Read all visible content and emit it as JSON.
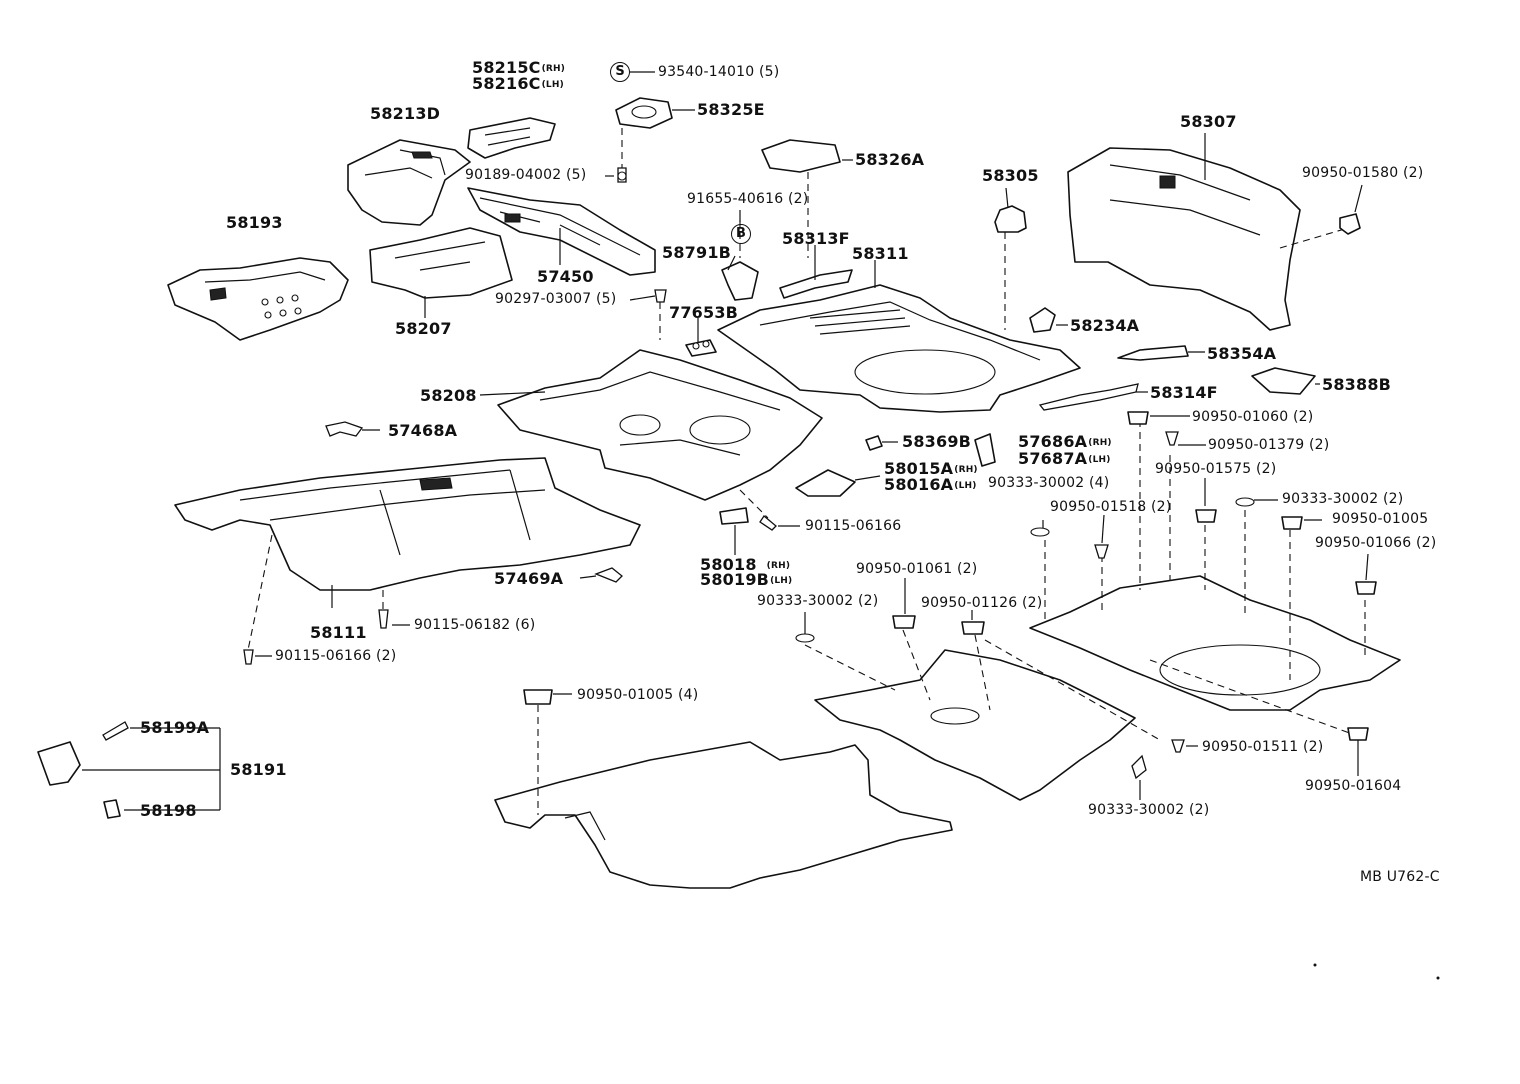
{
  "diagram": {
    "code": "MB U762-C",
    "parts": {
      "p58215C": "58215C",
      "p58215C_sub": "(RH)",
      "p58216C": "58216C",
      "p58216C_sub": "(LH)",
      "p58213D": "58213D",
      "p93540": "93540-14010 (5)",
      "p58325E": "58325E",
      "p90189": "90189-04002 (5)",
      "p58326A": "58326A",
      "p58307": "58307",
      "p90950_01580": "90950-01580 (2)",
      "p58305": "58305",
      "p91655": "91655-40616 (2)",
      "p58193": "58193",
      "p58791B": "58791B",
      "p58313F": "58313F",
      "p58311": "58311",
      "p57450": "57450",
      "p90297": "90297-03007 (5)",
      "p77653B": "77653B",
      "p58207": "58207",
      "p58234A": "58234A",
      "p58354A": "58354A",
      "p58388B": "58388B",
      "p58208": "58208",
      "p58314F": "58314F",
      "p90950_01060": "90950-01060 (2)",
      "p57468A": "57468A",
      "p58369B": "58369B",
      "p57686A": "57686A",
      "p57686A_sub": "(RH)",
      "p57687A": "57687A",
      "p57687A_sub": "(LH)",
      "p90950_01379": "90950-01379 (2)",
      "p58015A": "58015A",
      "p58015A_sub": "(RH)",
      "p58016A": "58016A",
      "p58016A_sub": "(LH)",
      "p90950_01575": "90950-01575 (2)",
      "p90333_30002_4": "90333-30002 (4)",
      "p90333_30002_2a": "90333-30002 (2)",
      "p90950_01518": "90950-01518 (2)",
      "p90950_01005": "90950-01005",
      "p90115_06166": "90115-06166",
      "p90950_01066": "90950-01066 (2)",
      "p58018": "58018",
      "p58018_sub": "(RH)",
      "p58019B": "58019B",
      "p58019B_sub": "(LH)",
      "p57469A": "57469A",
      "p90950_01061": "90950-01061 (2)",
      "p90333_30002_2b": "90333-30002 (2)",
      "p90950_01126": "90950-01126 (2)",
      "p58111": "58111",
      "p90115_06182": "90115-06182 (6)",
      "p90115_06166_2": "90115-06166 (2)",
      "p90950_01005_4": "90950-01005 (4)",
      "p58199A": "58199A",
      "p58191": "58191",
      "p58198": "58198",
      "p90950_01511": "90950-01511 (2)",
      "p90950_01604": "90950-01604",
      "p90333_30002_2c": "90333-30002 (2)"
    },
    "symbols": {
      "s": "S",
      "b": "B"
    }
  }
}
